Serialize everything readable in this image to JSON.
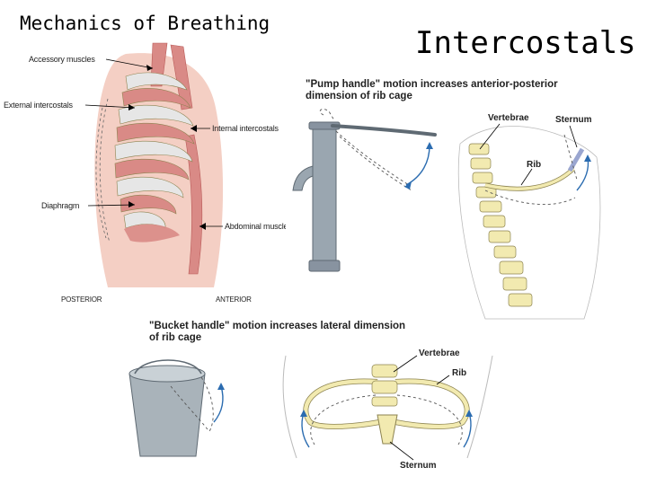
{
  "slide": {
    "title_left": "Mechanics of Breathing",
    "title_right": "Intercostals"
  },
  "ribcage_figure": {
    "labels": {
      "accessory": "Accessory muscles",
      "external": "External intercostals",
      "internal": "Internal intercostals",
      "diaphragm": "Diaphragm",
      "abdominal": "Abdominal muscles",
      "posterior": "POSTERIOR",
      "anterior": "ANTERIOR"
    }
  },
  "pump_handle": {
    "caption_line1": "\"Pump handle\" motion increases anterior-posterior",
    "caption_line2": "dimension of rib cage",
    "labels": {
      "vertebrae": "Vertebrae",
      "sternum": "Sternum",
      "rib": "Rib"
    }
  },
  "bucket_handle": {
    "caption_line1": "\"Bucket handle\" motion increases lateral dimension",
    "caption_line2": "of rib cage",
    "labels": {
      "vertebrae": "Vertebrae",
      "rib": "Rib",
      "sternum": "Sternum"
    }
  },
  "colors": {
    "skin": "#f4cfc4",
    "muscle": "#d98a86",
    "muscle_dark": "#b95a58",
    "bone": "#f2eab0",
    "bone_outline": "#8c8350",
    "metal": "#9aa6b0",
    "arrow_blue": "#2b6cb0"
  }
}
